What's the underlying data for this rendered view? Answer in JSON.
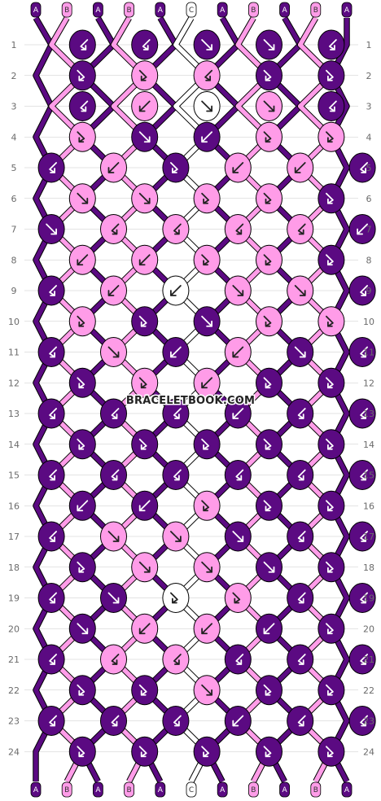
{
  "colors": {
    "A": "#5b0a82",
    "B": "#ff9ce8",
    "C": "#ffffff",
    "outline": "#000000",
    "grid": "#c8c8c8",
    "label_text": "#6b6b6b"
  },
  "strands_top": [
    "A",
    "B",
    "A",
    "B",
    "A",
    "C",
    "A",
    "B",
    "A",
    "B",
    "A"
  ],
  "strands_bottom": [
    "A",
    "B",
    "A",
    "B",
    "A",
    "C",
    "A",
    "B",
    "A",
    "B",
    "A"
  ],
  "row_numbers": [
    "1",
    "2",
    "3",
    "4",
    "5",
    "6",
    "7",
    "8",
    "9",
    "10",
    "11",
    "12",
    "13",
    "14",
    "15",
    "16",
    "17",
    "18",
    "19",
    "20",
    "21",
    "22",
    "23",
    "24"
  ],
  "watermark": "BRACELETBOOK.COM",
  "knots": [
    [
      "A:bf",
      "A:bf",
      "A:f",
      "A:f",
      "A:bf"
    ],
    [
      "A:fb",
      "B:fb",
      "B:bf",
      "A:fb",
      "A:fb"
    ],
    [
      "A:bf",
      "B:b",
      "C:f",
      "B:f",
      "A:bf"
    ],
    [
      "B:fb",
      "A:f",
      "A:b",
      "B:fb",
      "B:fb"
    ],
    [
      "A:bf",
      "B:b",
      "A:fb",
      "B:b",
      "B:b",
      "A:bf"
    ],
    [
      "B:f",
      "B:f",
      "B:fb",
      "B:fb",
      "A:fb"
    ],
    [
      "A:f",
      "B:bf",
      "B:bf",
      "B:bf",
      "B:bf",
      "A:b"
    ],
    [
      "B:b",
      "B:b",
      "B:fb",
      "B:fb",
      "A:fb"
    ],
    [
      "A:bf",
      "B:b",
      "C:b",
      "B:f",
      "B:f",
      "A:bf"
    ],
    [
      "B:fb",
      "A:fb",
      "A:f",
      "B:fb",
      "B:fb"
    ],
    [
      "A:bf",
      "B:f",
      "A:b",
      "B:b",
      "A:f",
      "A:bf"
    ],
    [
      "A:fb",
      "B:fb",
      "B:b",
      "A:fb",
      "A:fb"
    ],
    [
      "A:bf",
      "A:bf",
      "A:bf",
      "A:b",
      "A:bf",
      "A:bf"
    ],
    [
      "A:fb",
      "A:fb",
      "A:fb",
      "A:fb",
      "A:fb"
    ],
    [
      "A:bf",
      "A:bf",
      "A:bf",
      "A:bf",
      "A:bf",
      "A:bf"
    ],
    [
      "A:b",
      "A:b",
      "B:fb",
      "A:fb",
      "A:fb"
    ],
    [
      "A:bf",
      "B:f",
      "B:f",
      "A:f",
      "A:bf",
      "A:bf"
    ],
    [
      "A:fb",
      "B:f",
      "B:f",
      "A:f",
      "A:fb"
    ],
    [
      "A:bf",
      "A:f",
      "C:fb",
      "B:fb",
      "A:bf",
      "A:bf"
    ],
    [
      "A:f",
      "B:b",
      "B:b",
      "A:b",
      "A:fb"
    ],
    [
      "A:bf",
      "B:bf",
      "B:bf",
      "A:bf",
      "A:bf",
      "A:bf"
    ],
    [
      "A:fb",
      "A:fb",
      "B:f",
      "A:fb",
      "A:fb"
    ],
    [
      "A:bf",
      "A:bf",
      "A:bf",
      "A:b",
      "A:bf",
      "A:bf"
    ],
    [
      "A:fb",
      "A:fb",
      "A:fb",
      "A:fb",
      "A:fb"
    ]
  ],
  "knot_symbols": {
    "f": "forward knot (arrow down-right)",
    "b": "backward knot (arrow down-left)",
    "fb": "forward-backward knot",
    "bf": "backward-forward knot"
  }
}
